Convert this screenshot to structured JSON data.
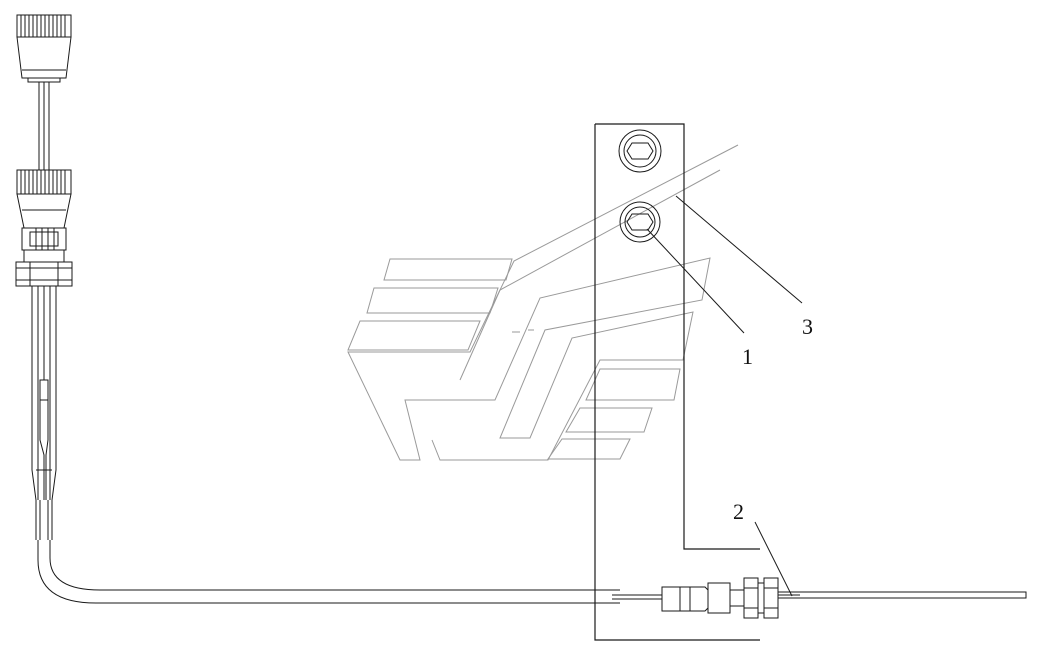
{
  "figure": {
    "labels": {
      "part_1": "1",
      "part_2": "2",
      "part_3": "3"
    }
  }
}
